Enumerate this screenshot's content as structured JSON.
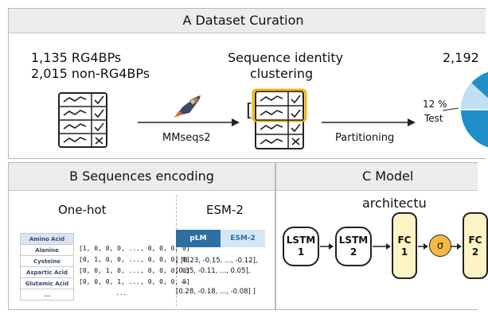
{
  "panelA": {
    "title": "A  Dataset Curation",
    "count_rg4bp": "1,135 RG4BPs",
    "count_non": "2,015 non-RG4BPs",
    "clustering_line1": "Sequence identity",
    "clustering_line2": "clustering",
    "mmseqs": "MMseqs2",
    "partitioning": "Partitioning",
    "total": "2,192",
    "test_pct": "12 %",
    "test_label": "Test"
  },
  "panelB": {
    "title": "B  Sequences encoding",
    "onehot_title": "One-hot",
    "esm_title": "ESM-2",
    "table_rows": [
      "Amino Acid",
      "Alanine",
      "Cysteine",
      "Aspartic Acid",
      "Glutamic Acid",
      "..."
    ],
    "vectors": [
      "[1, 0, 0, 0, ..., 0, 0, 0, 0]",
      "[0, 1, 0, 0, ..., 0, 0, 0, 0]",
      "[0, 0, 1, 0, ..., 0, 0, 0, 0]",
      "[0, 0, 0, 1, ..., 0, 0, 0, 0]",
      "..."
    ],
    "plm_label": "pLM",
    "esm_label": "ESM-2",
    "emb_lines": [
      "[ [0.23, -0.15, ..., -0.12],",
      "[0.35, -0.11, ..., 0.05],",
      "...",
      "[0.28, -0.18, ..., -0.08] ]"
    ]
  },
  "panelC": {
    "title": "C  Model architectu",
    "lstm1": [
      "LSTM",
      "1"
    ],
    "lstm2": [
      "LSTM",
      "2"
    ],
    "fc1": [
      "FC",
      "1"
    ],
    "sigma": "σ",
    "fc2": [
      "FC",
      "2"
    ]
  },
  "colors": {
    "highlight": "#f2b705",
    "fc_fill": "#fdf3c4",
    "sigma_fill": "#f5b942",
    "plm_fill": "#2c6fa1",
    "esm_fill": "#d6e6f3",
    "pie_blue": "#1f8fc9"
  },
  "icons": [
    "checklist-icon",
    "check-icon",
    "cross-icon",
    "rocket-icon",
    "pie-chart-icon"
  ]
}
